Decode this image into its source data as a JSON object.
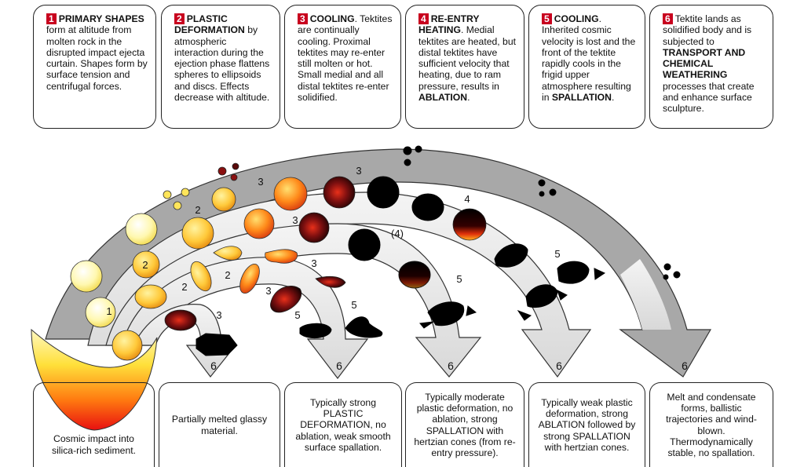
{
  "stages": [
    {
      "num": "1",
      "head": "PRIMARY SHAPES",
      "rest": " form at altitude from molten rock in the disrupted impact ejecta curtain. Shapes form by surface tension and centrifugal forces."
    },
    {
      "num": "2",
      "head": "PLASTIC DEFORMATION",
      "rest": " by atmospheric interaction during the ejection phase flattens spheres to ellipsoids and discs. Effects decrease with altitude."
    },
    {
      "num": "3",
      "head": "COOLING",
      "rest": ". Tektites are continually cooling. Proximal tektites may re-enter still molten or hot. Small medial and all distal tektites re-enter solidified."
    },
    {
      "num": "4",
      "head": "RE-ENTRY HEATING",
      "rest": ". Medial tektites are heated, but distal tektites have sufficient velocity that heating, due to ram pressure, results in ",
      "tail": "ABLATION",
      "end": "."
    },
    {
      "num": "5",
      "head": "COOLING",
      "rest": ". Inherited cosmic velocity is lost and the front of the tektite rapidly cools in the frigid upper atmosphere resulting in ",
      "tail": "SPALLATION",
      "end": "."
    },
    {
      "num": "6",
      "pre": "Tektite lands as solidified body and is subjected to ",
      "head": "TRANSPORT AND CHEMICAL WEATHERING",
      "rest": " processes that create and enhance surface sculpture."
    }
  ],
  "outcomes": [
    "Cosmic impact into silica-rich sediment.",
    "Partially melted glassy material.",
    "Typically strong PLASTIC DEFORMATION, no ablation, weak smooth surface spallation.",
    "Typically moderate plastic deformation, no ablation, strong SPALLATION with hertzian cones (from re-entry pressure).",
    "Typically weak plastic deformation, strong ABLATION followed by strong SPALLATION with hertzian cones.",
    "Melt and condensate forms, ballistic trajectories and wind-blown. Thermodynamically stable, no spallation."
  ],
  "diagram_labels": {
    "one": "1",
    "two": "2",
    "three": "3",
    "four": "4",
    "four_paren": "(4)",
    "five": "5",
    "six": "6"
  },
  "colors": {
    "red_badge": "#c8001e",
    "arrow_fill": "#e6e6e6",
    "band_fill": "#a9a9a9"
  }
}
